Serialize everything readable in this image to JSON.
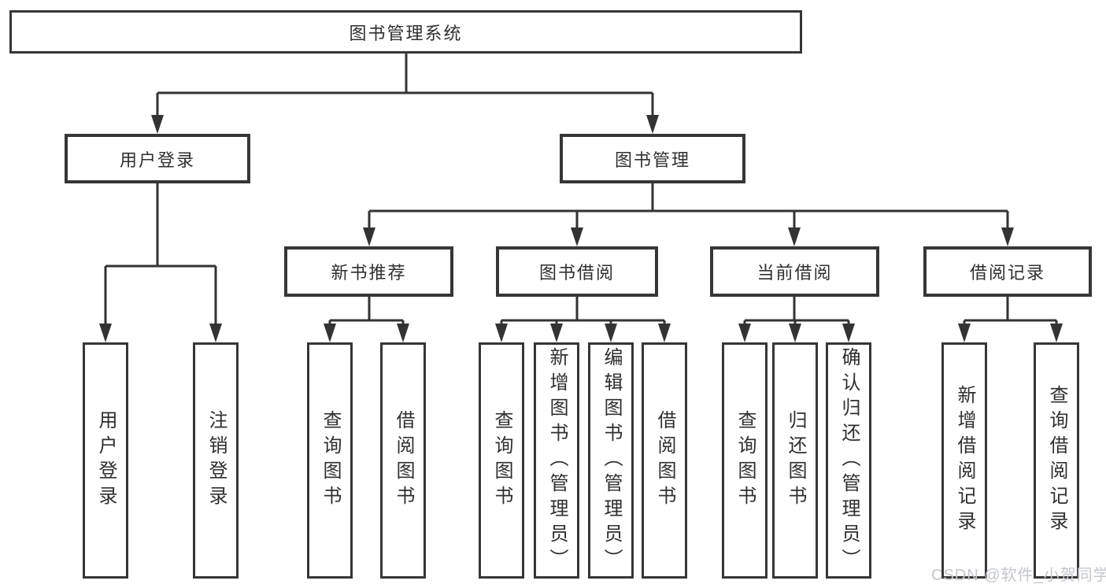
{
  "tree": {
    "root": {
      "label": "图书管理系统"
    },
    "level2": [
      {
        "label": "用户登录",
        "children_labels": [
          "用户登录",
          "注销登录"
        ]
      },
      {
        "label": "图书管理"
      }
    ],
    "level3": [
      {
        "label": "新书推荐",
        "children_labels": [
          "查询图书",
          "借阅图书"
        ]
      },
      {
        "label": "图书借阅",
        "children_labels": [
          "查询图书",
          "新增图书（管理员）",
          "编辑图书（管理员）",
          "借阅图书"
        ]
      },
      {
        "label": "当前借阅",
        "children_labels": [
          "查询图书",
          "归还图书",
          "确认归还（管理员）"
        ]
      },
      {
        "label": "借阅记录",
        "children_labels": [
          "新增借阅记录",
          "查询借阅记录"
        ]
      }
    ]
  },
  "watermark": "CSDN @软件_小贺同学",
  "colors": {
    "line": "#333333",
    "box_border": "#363636",
    "text": "#2f2f2f",
    "watermark_text": "#c3c6cb",
    "background": "#ffffff"
  }
}
